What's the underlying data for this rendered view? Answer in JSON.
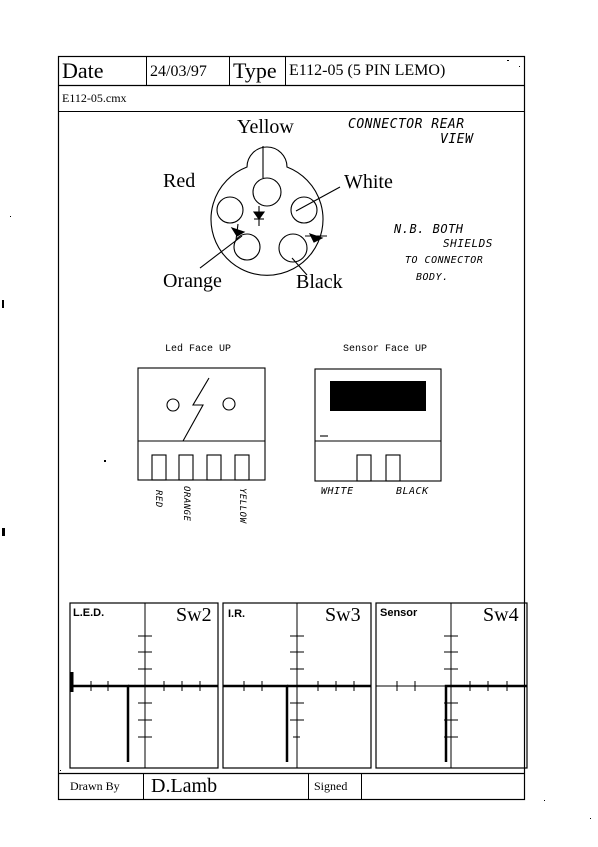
{
  "header": {
    "date_label": "Date",
    "date_value": "24/03/97",
    "type_label": "Type",
    "type_value": "E112-05  (5 PIN LEMO)",
    "file_name": "E112-05.cmx"
  },
  "connector": {
    "note_title_line1": "CONNECTOR REAR",
    "note_title_line2": "VIEW",
    "pins": {
      "yellow": "Yellow",
      "red": "Red",
      "white": "White",
      "orange": "Orange",
      "black": "Black"
    },
    "shield_note": [
      "N.B. BOTH",
      "SHIELDS",
      "TO CONNECTOR",
      "BODY."
    ]
  },
  "led_face": {
    "caption": "Led Face UP",
    "leg_labels": [
      "RED",
      "ORANGE",
      "YELLOW"
    ]
  },
  "sensor_face": {
    "caption": "Sensor Face UP",
    "leg_labels": [
      "WHITE",
      "BLACK"
    ]
  },
  "scopes": [
    {
      "title": "L.E.D.",
      "switch": "Sw2"
    },
    {
      "title": "I.R.",
      "switch": "Sw3"
    },
    {
      "title": "Sensor",
      "switch": "Sw4"
    }
  ],
  "footer": {
    "drawn_by_label": "Drawn By",
    "drawn_by_value": "D.Lamb",
    "signed_label": "Signed",
    "signed_value": ""
  }
}
